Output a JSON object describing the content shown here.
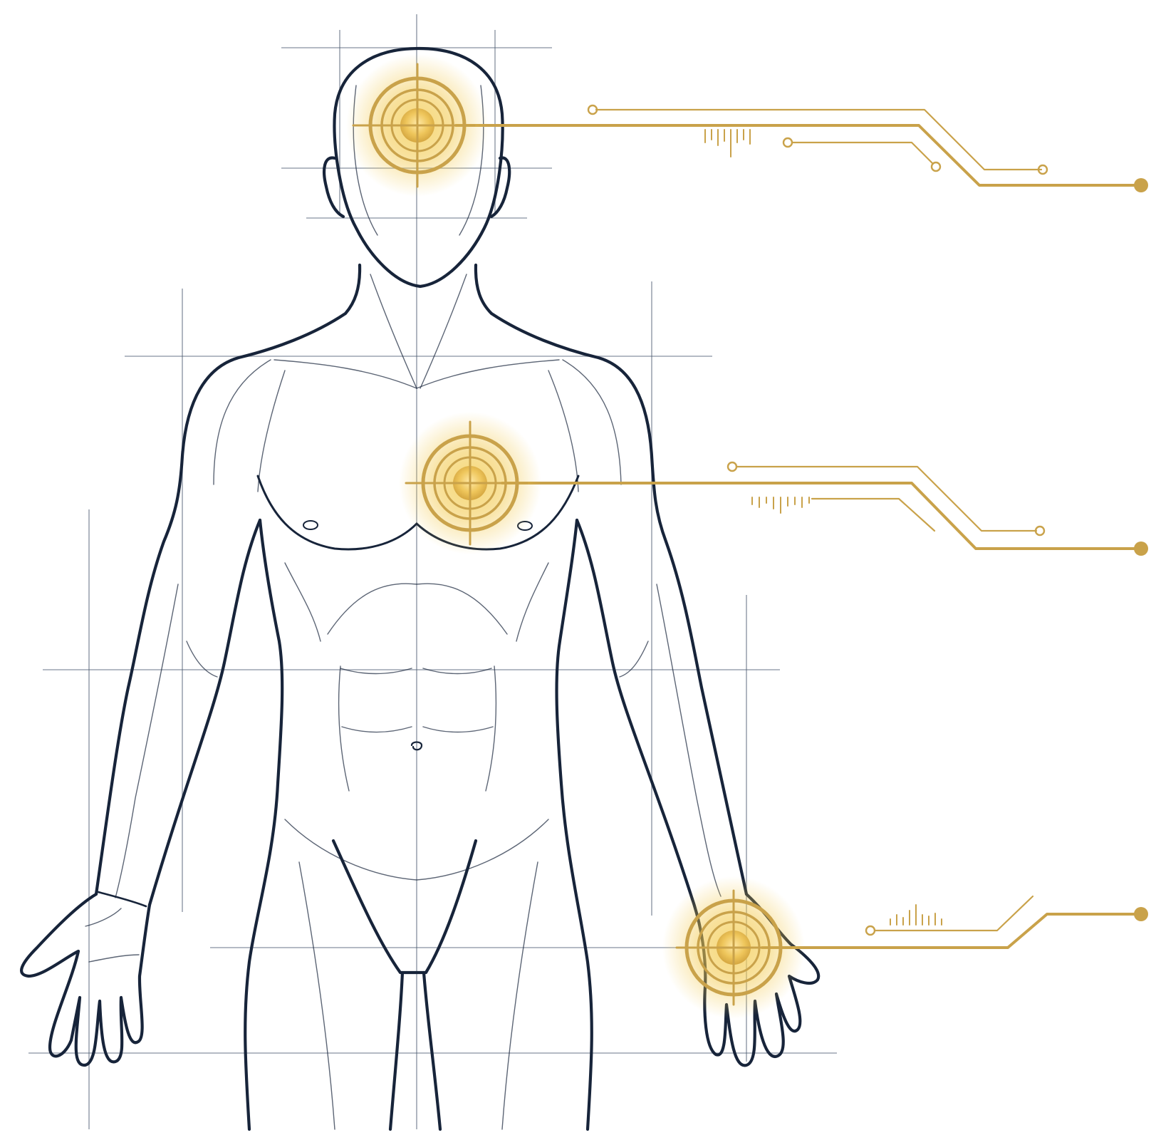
{
  "figure": {
    "kind": "human body anatomy with circuit callouts",
    "colors": {
      "background": "#ffffff",
      "outline": "#17243a",
      "guide": "#4a5a70",
      "accent_gold": "#c9a24a",
      "glow": "#f2c94c"
    },
    "markers": [
      {
        "name": "head"
      },
      {
        "name": "chest"
      },
      {
        "name": "wrist"
      }
    ]
  }
}
